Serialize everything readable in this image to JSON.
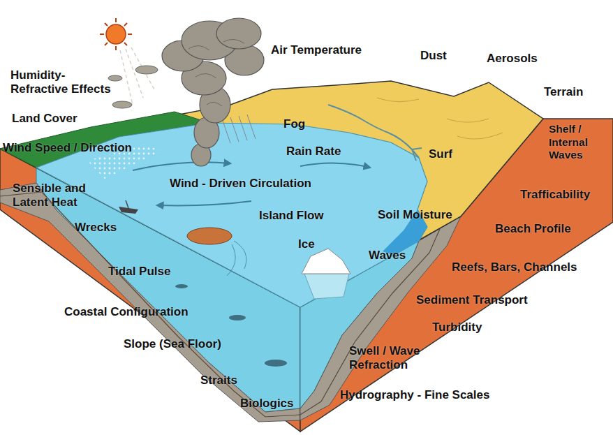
{
  "diagram": {
    "labels": [
      "Air Temperature",
      "Dust",
      "Aerosols",
      "Humidity- Refractive Effects",
      "Terrain",
      "Land Cover",
      "Fog",
      "Shelf / Internal Waves",
      "Wind Speed / Direction",
      "Rain Rate",
      "Surf",
      "Wind - Driven Circulation",
      "Sensible and Latent Heat",
      "Trafficability",
      "Island Flow",
      "Soil Moisture",
      "Wrecks",
      "Beach Profile",
      "Ice",
      "Waves",
      "Reefs, Bars, Channels",
      "Tidal Pulse",
      "Sediment Transport",
      "Coastal Configuration",
      "Turbidity",
      "Slope (Sea Floor)",
      "Swell / Wave Refraction",
      "Straits",
      "Hydrography - Fine Scales",
      "Biologics"
    ]
  }
}
